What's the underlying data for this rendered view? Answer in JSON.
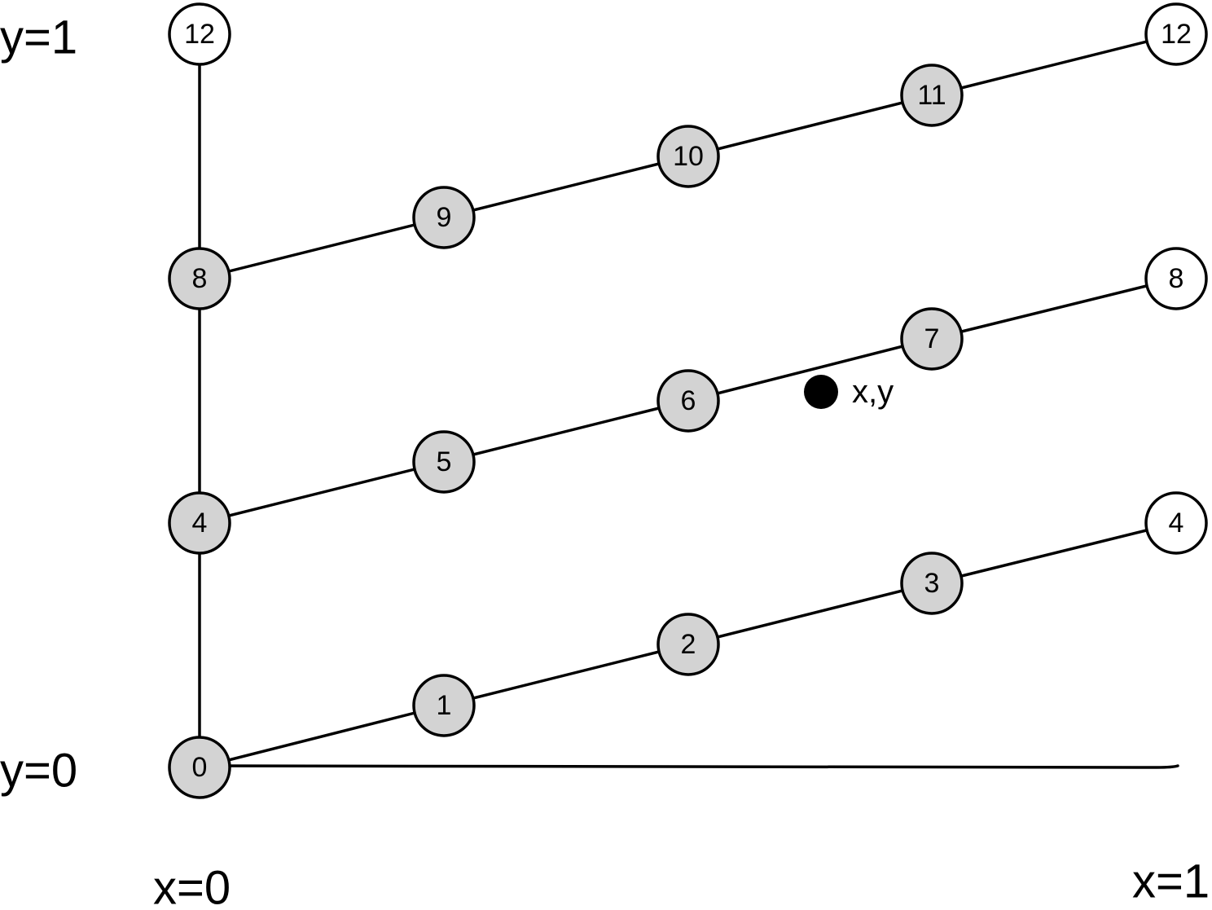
{
  "axis_labels": {
    "y_top": "y=1",
    "y_bottom": "y=0",
    "x_left": "x=0",
    "x_right": "x=1"
  },
  "colors": {
    "node_fill": "#d3d3d3",
    "wrap_node_fill": "#ffffff",
    "stroke": "#000000",
    "query_point": "#000000"
  },
  "nodes": [
    {
      "label": "0",
      "kind": "node"
    },
    {
      "label": "1",
      "kind": "node"
    },
    {
      "label": "2",
      "kind": "node"
    },
    {
      "label": "3",
      "kind": "node"
    },
    {
      "label": "4",
      "kind": "node"
    },
    {
      "label": "5",
      "kind": "node"
    },
    {
      "label": "6",
      "kind": "node"
    },
    {
      "label": "7",
      "kind": "node"
    },
    {
      "label": "8",
      "kind": "node"
    },
    {
      "label": "9",
      "kind": "node"
    },
    {
      "label": "10",
      "kind": "node"
    },
    {
      "label": "11",
      "kind": "node"
    },
    {
      "label": "12",
      "kind": "wrap"
    },
    {
      "label": "12",
      "kind": "wrap"
    },
    {
      "label": "8",
      "kind": "wrap"
    },
    {
      "label": "4",
      "kind": "wrap"
    }
  ],
  "edges": [
    [
      "0",
      "1"
    ],
    [
      "1",
      "2"
    ],
    [
      "2",
      "3"
    ],
    [
      "3",
      "4-right"
    ],
    [
      "4",
      "5"
    ],
    [
      "5",
      "6"
    ],
    [
      "6",
      "7"
    ],
    [
      "7",
      "8-right"
    ],
    [
      "8",
      "9"
    ],
    [
      "9",
      "10"
    ],
    [
      "10",
      "11"
    ],
    [
      "11",
      "12-right"
    ],
    [
      "0",
      "4"
    ],
    [
      "4",
      "8"
    ],
    [
      "8",
      "12-top"
    ],
    [
      "0",
      "x-axis-end"
    ]
  ],
  "query_point": {
    "label": "x,y"
  }
}
